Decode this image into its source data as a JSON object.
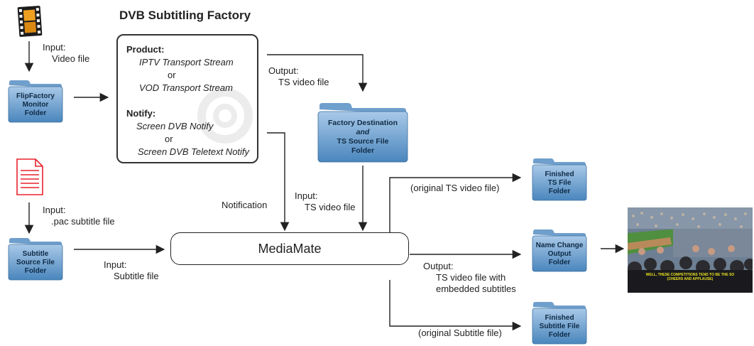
{
  "title": "DVB Subtitling Factory",
  "factory": {
    "product_heading": "Product:",
    "product_lines": [
      "IPTV Transport Stream",
      "or",
      "VOD Transport Stream"
    ],
    "notify_heading": "Notify:",
    "notify_lines": [
      "Screen DVB Notify",
      "or",
      "Screen DVB Teletext Notify"
    ]
  },
  "folders": {
    "flipfactory": [
      "FlipFactory",
      "Monitor",
      "Folder"
    ],
    "factory_destination": [
      "Factory Destination",
      "and",
      "TS Source File",
      "Folder"
    ],
    "subtitle_source": [
      "Subtitle",
      "Source File",
      "Folder"
    ],
    "finished_ts": [
      "Finished",
      "TS File",
      "Folder"
    ],
    "name_change": [
      "Name Change",
      "Output",
      "Folder"
    ],
    "finished_subtitle": [
      "Finished",
      "Subtitle File",
      "Folder"
    ]
  },
  "labels": {
    "input_video": [
      "Input:",
      "Video file"
    ],
    "output_ts": [
      "Output:",
      "TS video file"
    ],
    "input_pac": [
      "Input:",
      ".pac subtitle file"
    ],
    "notification": "Notification",
    "input_ts": [
      "Input:",
      "TS video file"
    ],
    "input_subtitle": [
      "Input:",
      "Subtitle file"
    ],
    "original_ts": "(original TS video file)",
    "output_embedded": [
      "Output:",
      "TS video file with",
      "embedded subtitles"
    ],
    "original_subtitle": "(original Subtitle file)"
  },
  "mediamate": "MediaMate",
  "photo_caption": [
    "WELL, THESE COMPETITIONS TEND TO BE THE SO",
    "(CHEERS AND APPLAUSE)"
  ],
  "colors": {
    "folder_top": "#a9c9e8",
    "folder_bottom": "#4a86bd",
    "document_red": "#e8222c",
    "film_orange": "#f0a020"
  }
}
